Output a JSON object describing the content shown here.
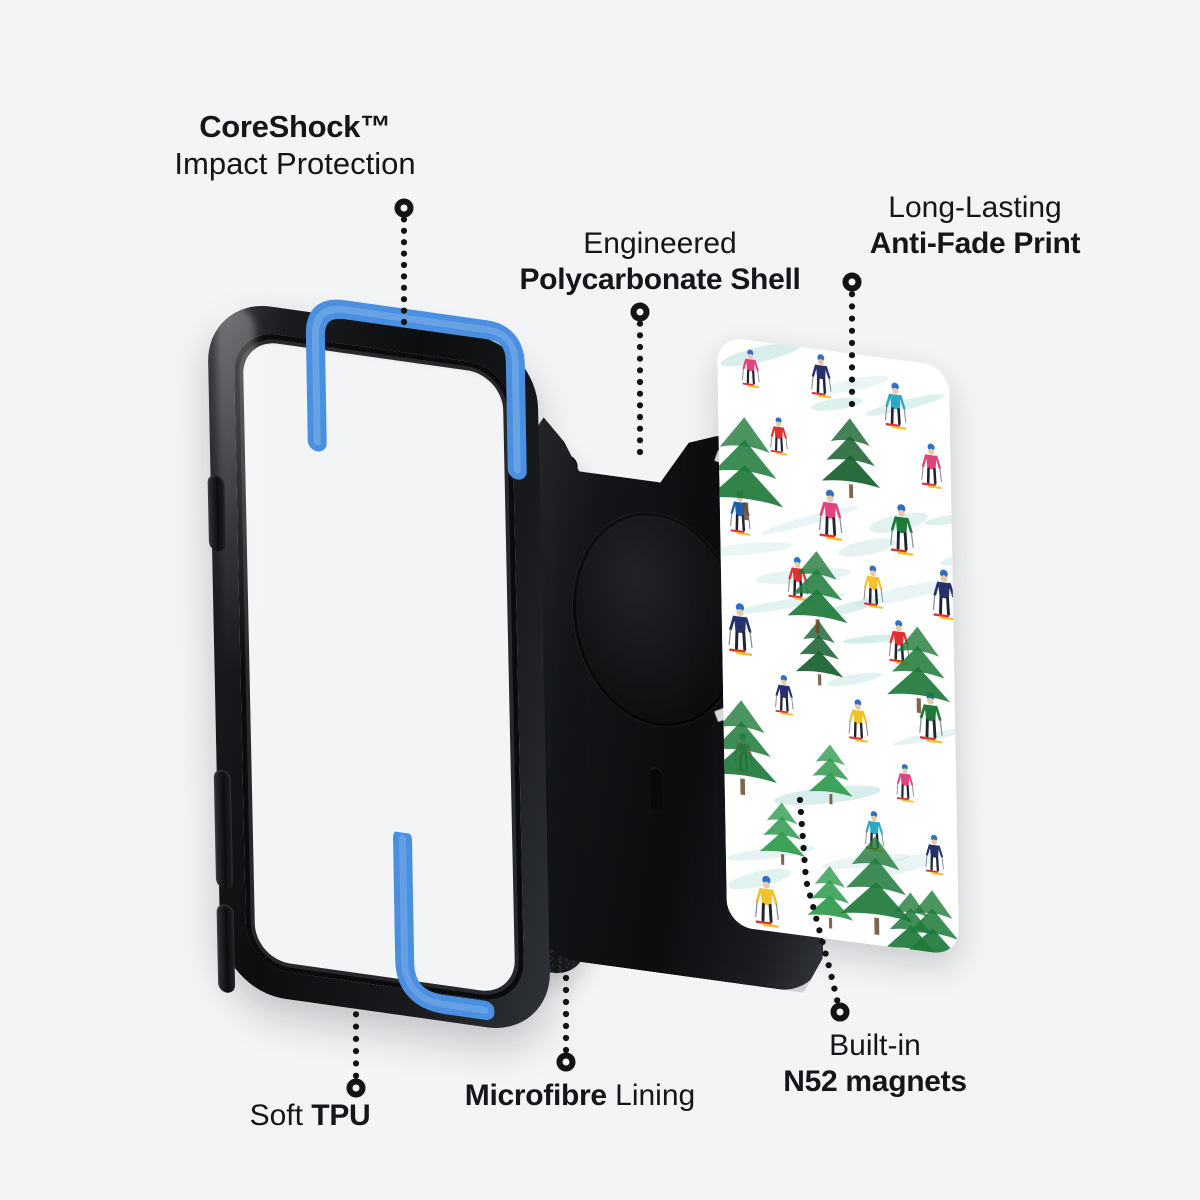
{
  "page": {
    "type": "product-feature-infographic",
    "subject": "phone case exploded view",
    "background_color": "#f3f4f6",
    "text_color": "#14161a"
  },
  "callouts": [
    {
      "id": "coreshock",
      "name": "callout-coreshock",
      "line1": "CoreShock™",
      "line1_weight": "bold",
      "line2": "Impact Protection",
      "line2_weight": "regular",
      "points_to": "blue-tpu-accent"
    },
    {
      "id": "polycarbonate",
      "name": "callout-polycarbonate-shell",
      "line1": "Engineered",
      "line1_weight": "regular",
      "line2": "Polycarbonate Shell",
      "line2_weight": "bold",
      "points_to": "polycarbonate-shell"
    },
    {
      "id": "antifade",
      "name": "callout-anti-fade-print",
      "line1": "Long-Lasting",
      "line1_weight": "regular",
      "line2": "Anti-Fade Print",
      "line2_weight": "bold",
      "points_to": "printed-back-panel"
    },
    {
      "id": "tpu",
      "name": "callout-soft-tpu",
      "line1": "",
      "line1_weight": "regular",
      "line2_prefix": "Soft ",
      "line2_bold": "TPU",
      "points_to": "tpu-bumper-frame"
    },
    {
      "id": "microfibre",
      "name": "callout-microfibre-lining",
      "line1": "",
      "line1_weight": "regular",
      "line2_bold": "Microfibre",
      "line2_suffix": " Lining",
      "points_to": "microfibre-lining"
    },
    {
      "id": "n52",
      "name": "callout-n52-magnets",
      "line1": "Built-in",
      "line1_weight": "regular",
      "line2": "N52 magnets",
      "line2_weight": "bold",
      "points_to": "magnet-ring"
    }
  ],
  "colors": {
    "background": "#f3f4f6",
    "text": "#14161a",
    "tpu_blue": "#4a8fe0",
    "tpu_blue_dark": "#2f6fc4",
    "case_black": "#0c0d0f",
    "magnet_silver": "#e9eaec",
    "print_white": "#ffffff",
    "leader_dot": "#111315"
  },
  "print_design": {
    "theme": "watercolour skiers on snowy slope",
    "snow_color": "#ffffff",
    "slope_streak_color": "#bfe3e0",
    "tree_colors": [
      "#1f7a3a",
      "#17612e",
      "#2f9a4d"
    ],
    "skier_jacket_colors": [
      "#e03131",
      "#f08c1b",
      "#2fa8c4",
      "#e0447f",
      "#1f7a3a",
      "#26306b",
      "#f2c12e",
      "#1f5fa8"
    ]
  },
  "parts": [
    {
      "name": "tpu-bumper-frame",
      "material": "Soft TPU",
      "color": "#0c0d0f"
    },
    {
      "name": "blue-tpu-accent",
      "material": "CoreShock impact rail",
      "color": "#4a8fe0"
    },
    {
      "name": "microfibre-lining",
      "material": "Microfibre",
      "color": "#121315"
    },
    {
      "name": "polycarbonate-shell",
      "material": "Polycarbonate",
      "color": "#0b0c0e"
    },
    {
      "name": "magnet-ring",
      "material": "N52 magnets",
      "color": "#e9eaec"
    },
    {
      "name": "printed-back-panel",
      "material": "Anti-fade print",
      "color": "#ffffff"
    }
  ]
}
